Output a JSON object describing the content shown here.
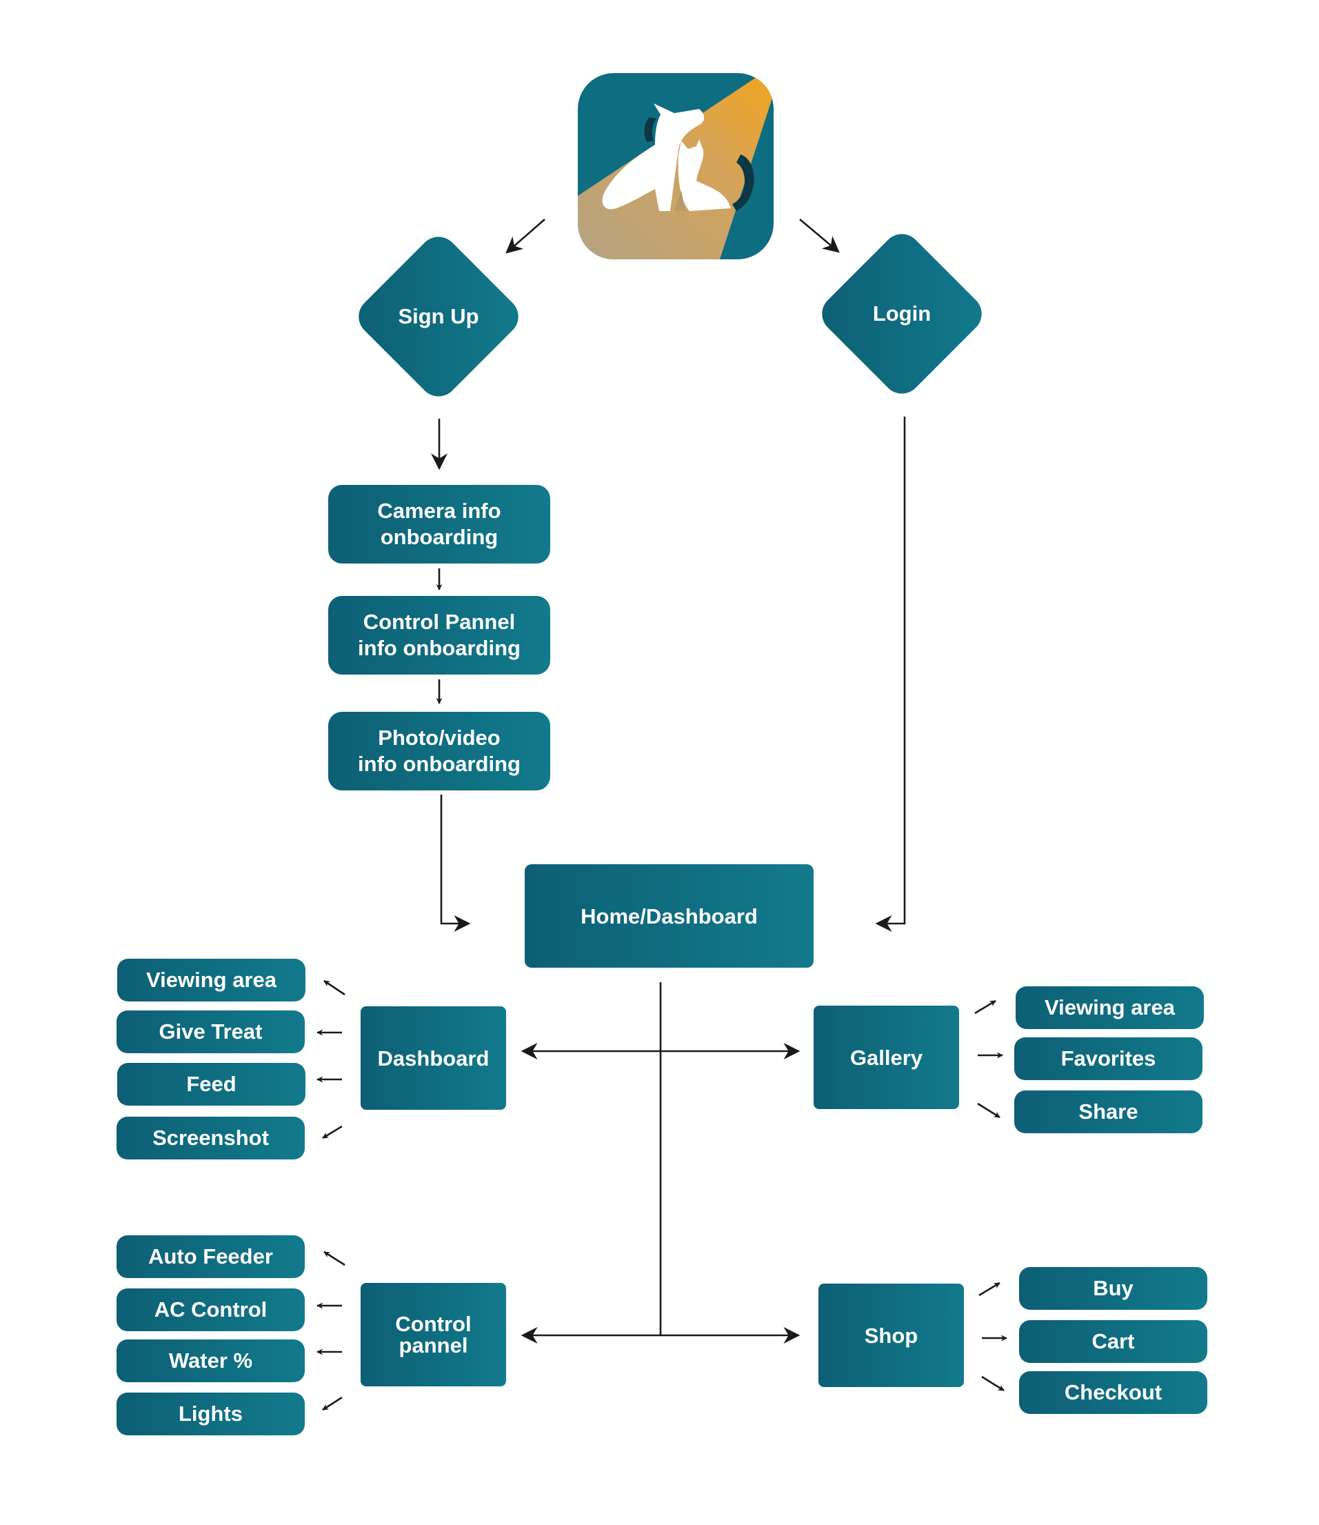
{
  "colors": {
    "node_dark": "#0d5f74",
    "node_light": "#127a8c",
    "logo_orange": "#f2a51f",
    "logo_sand": "#b9a07e",
    "line": "#1a1a1a"
  },
  "logo": {
    "icon": "pet-camera-app-icon"
  },
  "nodes": {
    "sign_up": "Sign Up",
    "login": "Login",
    "camera_info": [
      "Camera info",
      "onboarding"
    ],
    "control_panel_info": [
      "Control Pannel",
      "info onboarding"
    ],
    "photo_video_info": [
      "Photo/video",
      "info onboarding"
    ],
    "home_dashboard": "Home/Dashboard",
    "dashboard": "Dashboard",
    "gallery": "Gallery",
    "control_panel": [
      "Control",
      "pannel"
    ],
    "shop": "Shop"
  },
  "dashboard_items": [
    "Viewing area",
    "Give Treat",
    "Feed",
    "Screenshot"
  ],
  "gallery_items": [
    "Viewing area",
    "Favorites",
    "Share"
  ],
  "control_panel_items": [
    "Auto Feeder",
    "AC Control",
    "Water %",
    "Lights"
  ],
  "shop_items": [
    "Buy",
    "Cart",
    "Checkout"
  ]
}
